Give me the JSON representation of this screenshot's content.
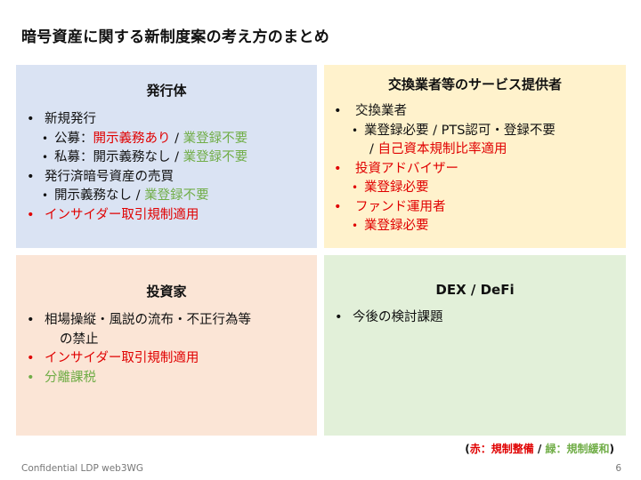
{
  "title": "暗号資産に関する新制度案の考え方のまとめ",
  "colors": {
    "red": "#e00000",
    "green": "#70ad47"
  },
  "boxes": [
    {
      "heading": "発行体",
      "lines": [
        {
          "level": 0,
          "segments": [
            {
              "text": "新規発行",
              "color": "black"
            }
          ]
        },
        {
          "level": 1,
          "segments": [
            {
              "text": "公募：",
              "color": "black"
            },
            {
              "text": "開示義務あり",
              "color": "red"
            },
            {
              "text": " / ",
              "color": "black"
            },
            {
              "text": "業登録不要",
              "color": "green"
            }
          ]
        },
        {
          "level": 1,
          "segments": [
            {
              "text": "私募：開示義務なし / ",
              "color": "black"
            },
            {
              "text": "業登録不要",
              "color": "green"
            }
          ]
        },
        {
          "level": 0,
          "segments": [
            {
              "text": "発行済暗号資産の売買",
              "color": "black"
            }
          ]
        },
        {
          "level": 1,
          "segments": [
            {
              "text": "開示義務なし / ",
              "color": "black"
            },
            {
              "text": "業登録不要",
              "color": "green"
            }
          ]
        },
        {
          "level": 0,
          "bullet": "red",
          "segments": [
            {
              "text": "インサイダー取引規制適用",
              "color": "red"
            }
          ]
        }
      ]
    },
    {
      "heading": "交換業者等のサービス提供者",
      "lines": [
        {
          "level": 0,
          "segments": [
            {
              "text": "交換業者",
              "color": "black"
            }
          ]
        },
        {
          "level": 1,
          "segments": [
            {
              "text": "業登録必要 / PTS認可・登録不要",
              "color": "black"
            }
          ]
        },
        {
          "level": 2,
          "segments": [
            {
              "text": "/ ",
              "color": "black"
            },
            {
              "text": "自己資本規制比率適用",
              "color": "red"
            }
          ]
        },
        {
          "level": 0,
          "bullet": "red",
          "segments": [
            {
              "text": "投資アドバイザー",
              "color": "red"
            }
          ]
        },
        {
          "level": 1,
          "bullet": "red",
          "segments": [
            {
              "text": "業登録必要",
              "color": "red"
            }
          ]
        },
        {
          "level": 0,
          "bullet": "red",
          "segments": [
            {
              "text": "ファンド運用者",
              "color": "red"
            }
          ]
        },
        {
          "level": 1,
          "bullet": "red",
          "segments": [
            {
              "text": "業登録必要",
              "color": "red"
            }
          ]
        }
      ]
    },
    {
      "heading": "投資家",
      "lines": [
        {
          "level": 0,
          "segments": [
            {
              "text": "相場操縦・風説の流布・不正行為等",
              "color": "black"
            }
          ]
        },
        {
          "level": 2,
          "segments": [
            {
              "text": "の禁止",
              "color": "black"
            }
          ],
          "indent": "continuation"
        },
        {
          "level": 0,
          "bullet": "red",
          "segments": [
            {
              "text": "インサイダー取引規制適用",
              "color": "red"
            }
          ]
        },
        {
          "level": 0,
          "bullet": "green",
          "segments": [
            {
              "text": "分離課税",
              "color": "green"
            }
          ]
        }
      ]
    },
    {
      "heading": "DEX / DeFi",
      "lines": [
        {
          "level": 0,
          "segments": [
            {
              "text": "今後の検討課題",
              "color": "black"
            }
          ]
        }
      ]
    }
  ],
  "legend": [
    {
      "text": "(",
      "color": "black"
    },
    {
      "text": "赤：規制整備",
      "color": "red"
    },
    {
      "text": " / ",
      "color": "black"
    },
    {
      "text": "緑：規制緩和",
      "color": "green"
    },
    {
      "text": ")",
      "color": "black"
    }
  ],
  "footer": "Confidential LDP web3WG",
  "page_number": "6"
}
